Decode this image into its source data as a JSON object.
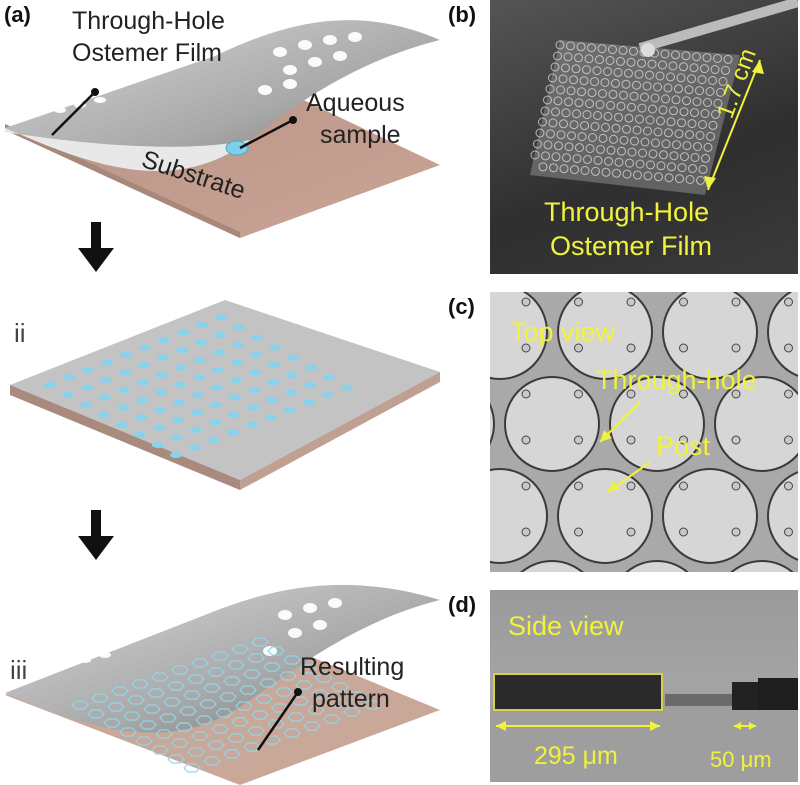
{
  "panel_labels": {
    "a": "(a)",
    "b": "(b)",
    "c": "(c)",
    "d": "(d)"
  },
  "steps": {
    "ii": "ii",
    "iii": "iii"
  },
  "panel_a": {
    "film_line1": "Through-Hole",
    "film_line2": "Ostemer Film",
    "sample_line1": "Aqueous",
    "sample_line2": "sample",
    "substrate": "Substrate",
    "result_line1": "Resulting",
    "result_line2": "pattern"
  },
  "panel_b": {
    "dimension": "1.7 cm",
    "film_line1": "Through-Hole",
    "film_line2": "Ostemer Film"
  },
  "panel_c": {
    "view": "Top view",
    "through_hole": "Through-hole",
    "post": "Post"
  },
  "panel_d": {
    "view": "Side view",
    "width1": "295 μm",
    "width2": "50 μm"
  },
  "colors": {
    "annotation": "#f1f23b",
    "substrate": "#c9a89a",
    "film": "#c8c8c8",
    "droplet": "#7ed0e8"
  }
}
